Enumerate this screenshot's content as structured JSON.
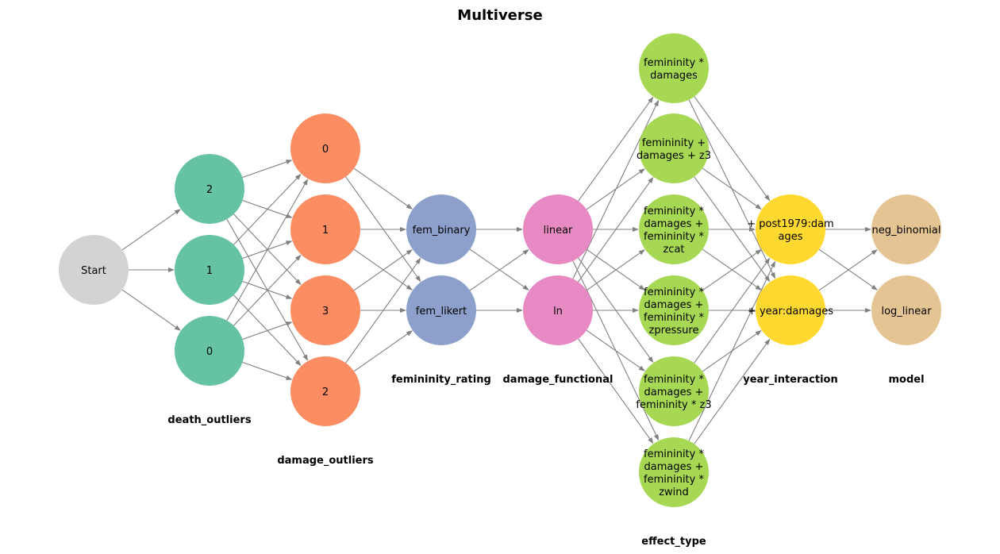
{
  "title": "Multiverse",
  "colors": {
    "start": "#d3d3d3",
    "death_outliers": "#66c2a5",
    "damage_outliers": "#fc8d62",
    "femininity_rating": "#8da0cb",
    "damage_functional": "#e78ac3",
    "effect_type": "#a6d854",
    "year_interaction": "#ffd92f",
    "model": "#e5c494",
    "edge": "#808080"
  },
  "stages": [
    {
      "id": "start",
      "label": "",
      "nodes": [
        {
          "id": "start",
          "lines": [
            "Start"
          ]
        }
      ]
    },
    {
      "id": "death_outliers",
      "label": "death_outliers",
      "nodes": [
        {
          "id": "d2",
          "lines": [
            "2"
          ]
        },
        {
          "id": "d1",
          "lines": [
            "1"
          ]
        },
        {
          "id": "d0",
          "lines": [
            "0"
          ]
        }
      ]
    },
    {
      "id": "damage_outliers",
      "label": "damage_outliers",
      "nodes": [
        {
          "id": "m0",
          "lines": [
            "0"
          ]
        },
        {
          "id": "m1",
          "lines": [
            "1"
          ]
        },
        {
          "id": "m3",
          "lines": [
            "3"
          ]
        },
        {
          "id": "m2",
          "lines": [
            "2"
          ]
        }
      ]
    },
    {
      "id": "femininity_rating",
      "label": "femininity_rating",
      "nodes": [
        {
          "id": "fb",
          "lines": [
            "fem_binary"
          ]
        },
        {
          "id": "fl",
          "lines": [
            "fem_likert"
          ]
        }
      ]
    },
    {
      "id": "damage_functional",
      "label": "damage_functional",
      "nodes": [
        {
          "id": "lin",
          "lines": [
            "linear"
          ]
        },
        {
          "id": "ln",
          "lines": [
            "ln"
          ]
        }
      ]
    },
    {
      "id": "effect_type",
      "label": "effect_type",
      "nodes": [
        {
          "id": "e1",
          "lines": [
            "femininity *",
            "damages"
          ]
        },
        {
          "id": "e2",
          "lines": [
            "femininity +",
            "damages + z3"
          ]
        },
        {
          "id": "e3",
          "lines": [
            "femininity *",
            "damages +",
            "femininity *",
            "zcat"
          ]
        },
        {
          "id": "e4",
          "lines": [
            "femininity *",
            "damages +",
            "femininity *",
            "zpressure"
          ]
        },
        {
          "id": "e5",
          "lines": [
            "femininity *",
            "damages +",
            "femininity * z3"
          ]
        },
        {
          "id": "e6",
          "lines": [
            "femininity *",
            "damages +",
            "femininity *",
            "zwind"
          ]
        }
      ]
    },
    {
      "id": "year_interaction",
      "label": "year_interaction",
      "nodes": [
        {
          "id": "y1",
          "lines": [
            "+ post1979:dam",
            "ages"
          ]
        },
        {
          "id": "y2",
          "lines": [
            "+ year:damages"
          ]
        }
      ]
    },
    {
      "id": "model",
      "label": "model",
      "nodes": [
        {
          "id": "nb",
          "lines": [
            "neg_binomial"
          ]
        },
        {
          "id": "ll",
          "lines": [
            "log_linear"
          ]
        }
      ]
    }
  ]
}
